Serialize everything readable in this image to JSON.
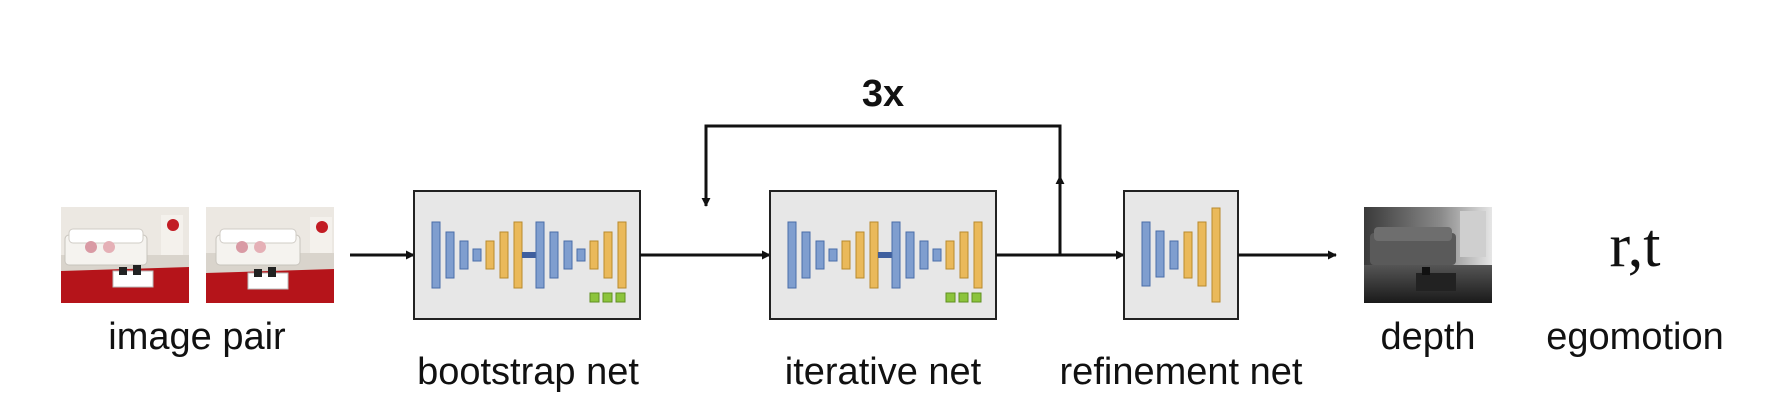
{
  "labels": {
    "image_pair": "image pair",
    "bootstrap": "bootstrap net",
    "iterative": "iterative net",
    "refinement": "refinement net",
    "depth": "depth",
    "egomotion": "egomotion",
    "egomotion_symbol": "r,t",
    "loop_count": "3x"
  },
  "colors": {
    "box_fill": "#e7e7e7",
    "box_stroke": "#222222",
    "encoder_blue": "#7f9ecf",
    "decoder_orange": "#eab95a",
    "bottleneck": "#3f5f9e",
    "output_green": "#8cc43c",
    "rug_red": "#b5141a",
    "sofa": "#ece9e4"
  }
}
